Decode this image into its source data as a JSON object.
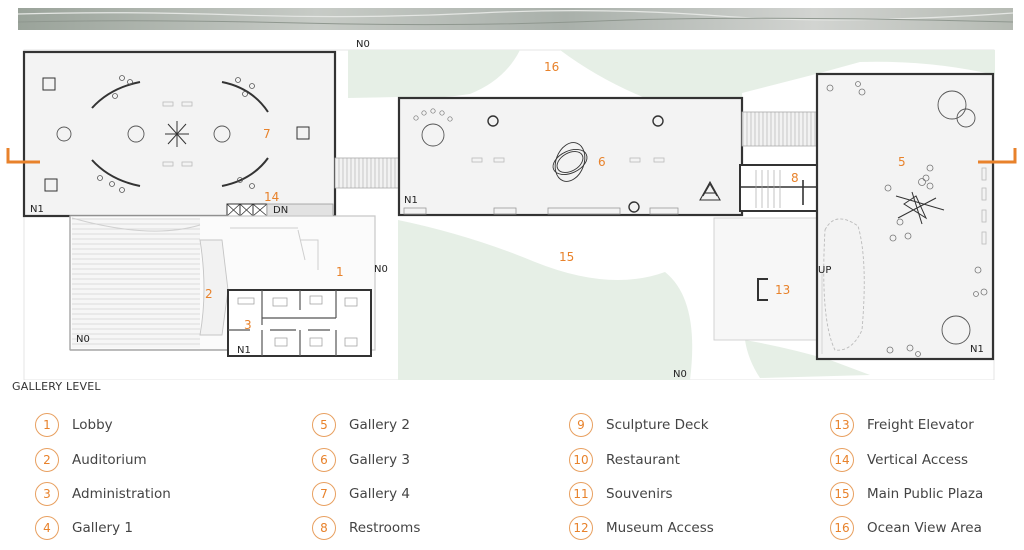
{
  "plan": {
    "level_title": "GALLERY LEVEL",
    "room_numbers": {
      "r1": "1",
      "r2": "2",
      "r3": "3",
      "r5": "5",
      "r6": "6",
      "r7": "7",
      "r8": "8",
      "r13": "13",
      "r14": "14",
      "r15": "15",
      "r16": "16"
    },
    "level_tags": {
      "n0_top": "N0",
      "n1_g4": "N1",
      "dn": "DN",
      "n1_g3": "N1",
      "n0_lobby": "N0",
      "n0_aud": "N0",
      "n1_admin": "N1",
      "up": "UP",
      "n1_g2": "N1",
      "n0_bottom": "N0"
    }
  },
  "legend": [
    {
      "num": "1",
      "label": "Lobby"
    },
    {
      "num": "2",
      "label": "Auditorium"
    },
    {
      "num": "3",
      "label": "Administration"
    },
    {
      "num": "4",
      "label": "Gallery 1"
    },
    {
      "num": "5",
      "label": "Gallery 2"
    },
    {
      "num": "6",
      "label": "Gallery 3"
    },
    {
      "num": "7",
      "label": "Gallery 4"
    },
    {
      "num": "8",
      "label": "Restrooms"
    },
    {
      "num": "9",
      "label": "Sculpture Deck"
    },
    {
      "num": "10",
      "label": "Restaurant"
    },
    {
      "num": "11",
      "label": "Souvenirs"
    },
    {
      "num": "12",
      "label": "Museum Access"
    },
    {
      "num": "13",
      "label": "Freight Elevator"
    },
    {
      "num": "14",
      "label": "Vertical Access"
    },
    {
      "num": "15",
      "label": "Main Public Plaza"
    },
    {
      "num": "16",
      "label": "Ocean View Area"
    }
  ],
  "colors": {
    "accent": "#e8822b",
    "wall": "#333333",
    "landscape": "#e6efe6",
    "floor": "#f3f3f3"
  }
}
